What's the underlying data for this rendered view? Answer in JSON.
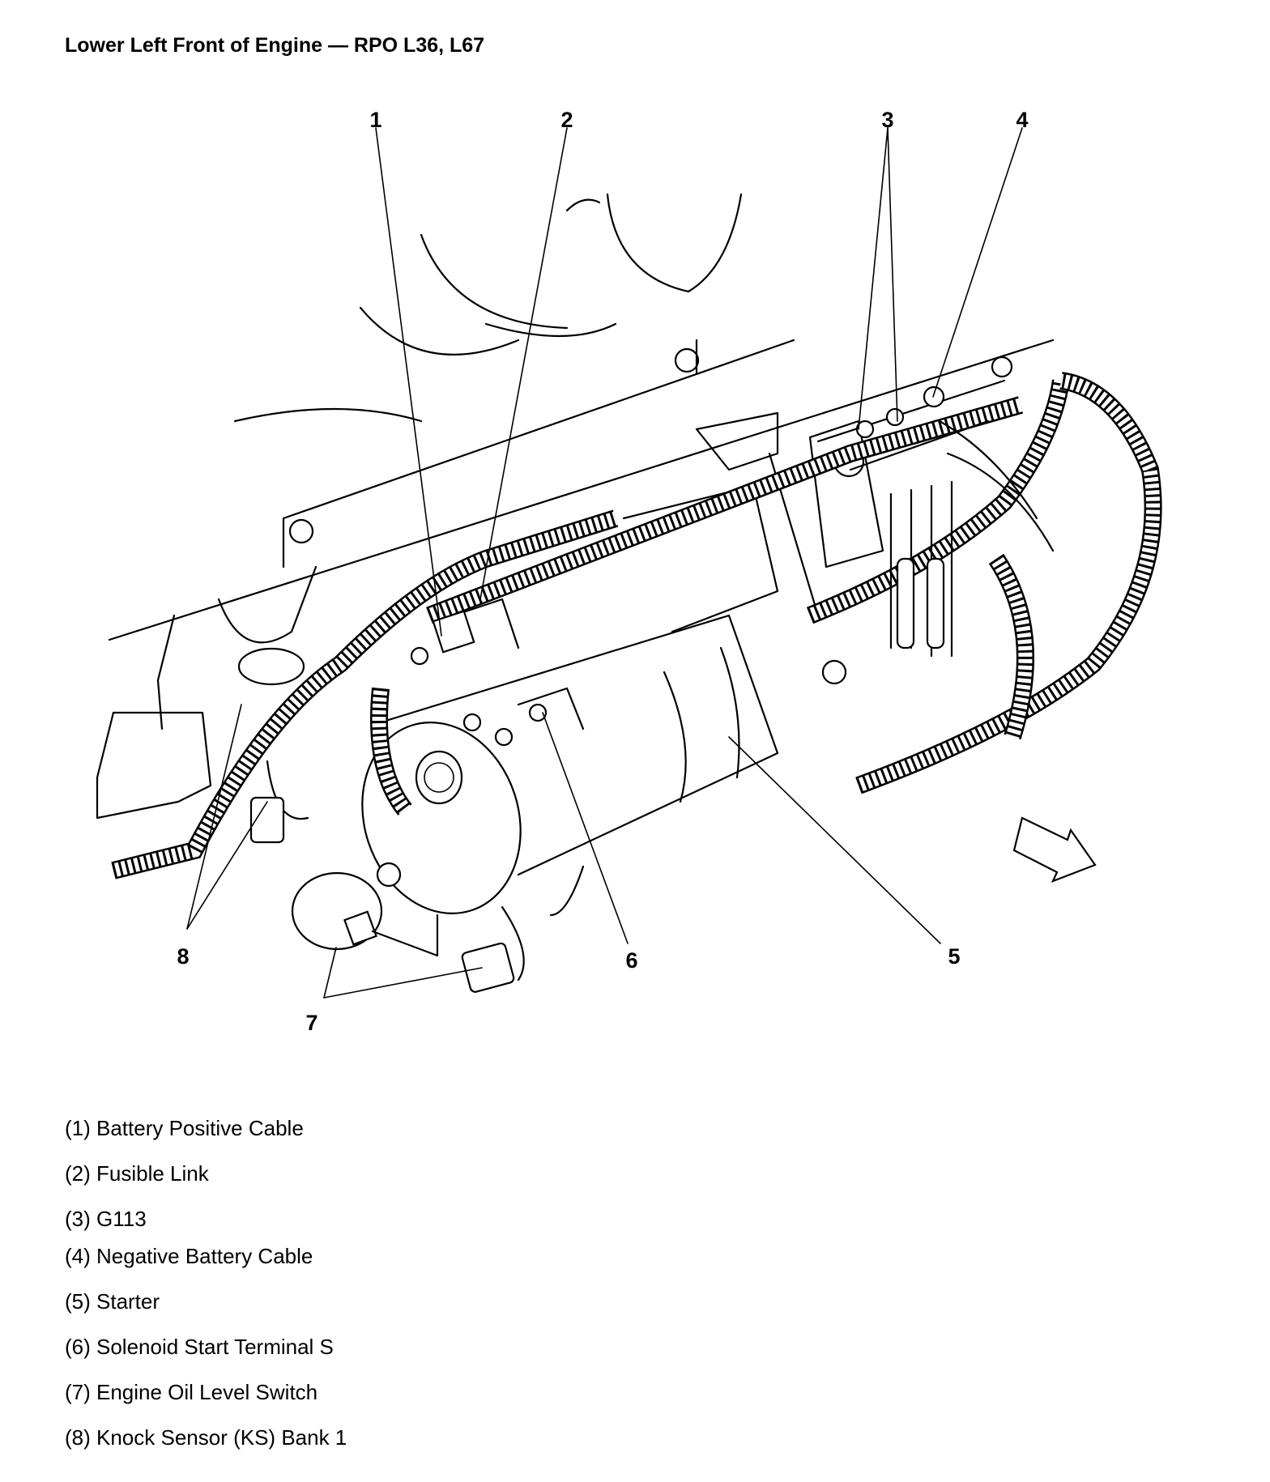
{
  "title": "Lower Left Front of Engine — RPO L36, L67",
  "callouts": [
    "1",
    "2",
    "3",
    "4",
    "5",
    "6",
    "7",
    "8"
  ],
  "legend": [
    "(1) Battery Positive Cable",
    "(2) Fusible Link",
    "(3) G113",
    "(4) Negative Battery Cable",
    "(5) Starter",
    "(6) Solenoid Start Terminal S",
    "(7) Engine Oil Level Switch",
    "(8) Knock Sensor (KS) Bank 1"
  ],
  "icons": {
    "direction": "front-direction-arrow-icon"
  }
}
